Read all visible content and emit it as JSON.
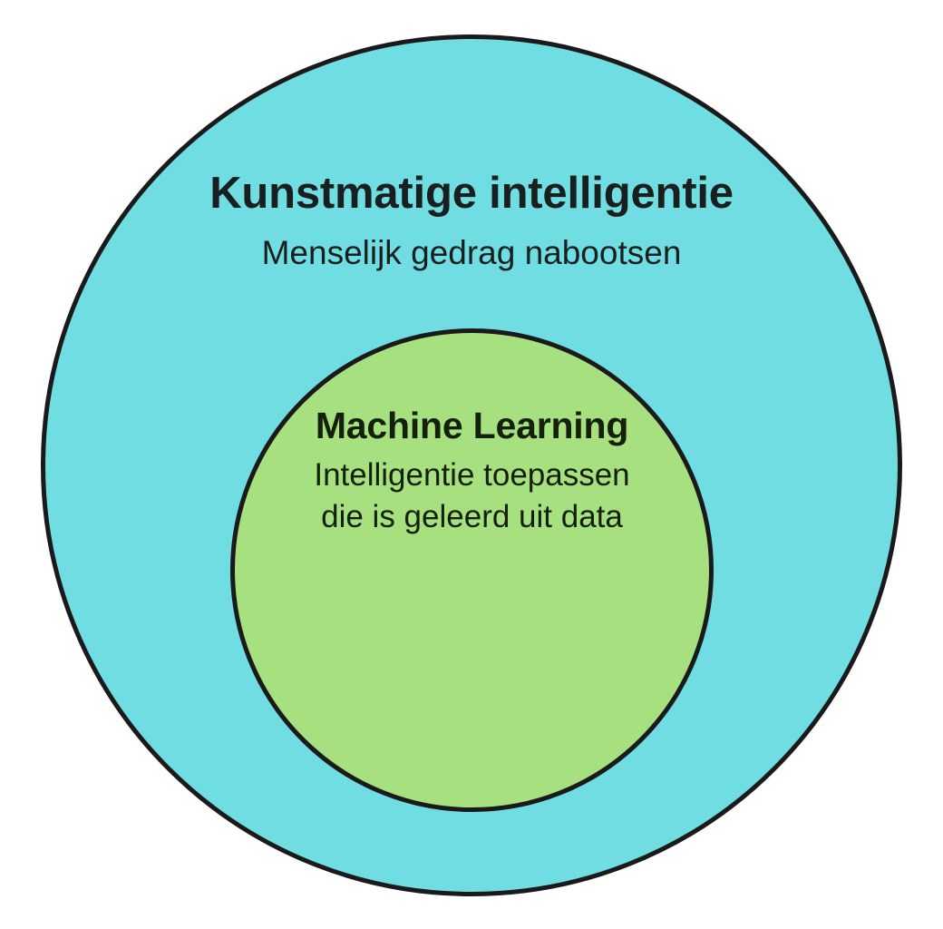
{
  "diagram": {
    "type": "nested-circles-venn",
    "background_color": "#FFFFFF",
    "outer": {
      "name": "Kunstmatige intelligentie",
      "title": "Kunstmatige intelligentie",
      "subtitle": "Menselijk gedrag nabootsen",
      "fill_color": "#6FDDE2",
      "stroke_color": "#1A1A1A",
      "text_color": "#18201F"
    },
    "inner": {
      "name": "Machine Learning",
      "title": "Machine Learning",
      "body_line_1": "Intelligentie toepassen",
      "body_line_2": "die is geleerd uit data",
      "fill_color": "#A6E07F",
      "stroke_color": "#1A1A1A",
      "text_color": "#14200C"
    }
  }
}
